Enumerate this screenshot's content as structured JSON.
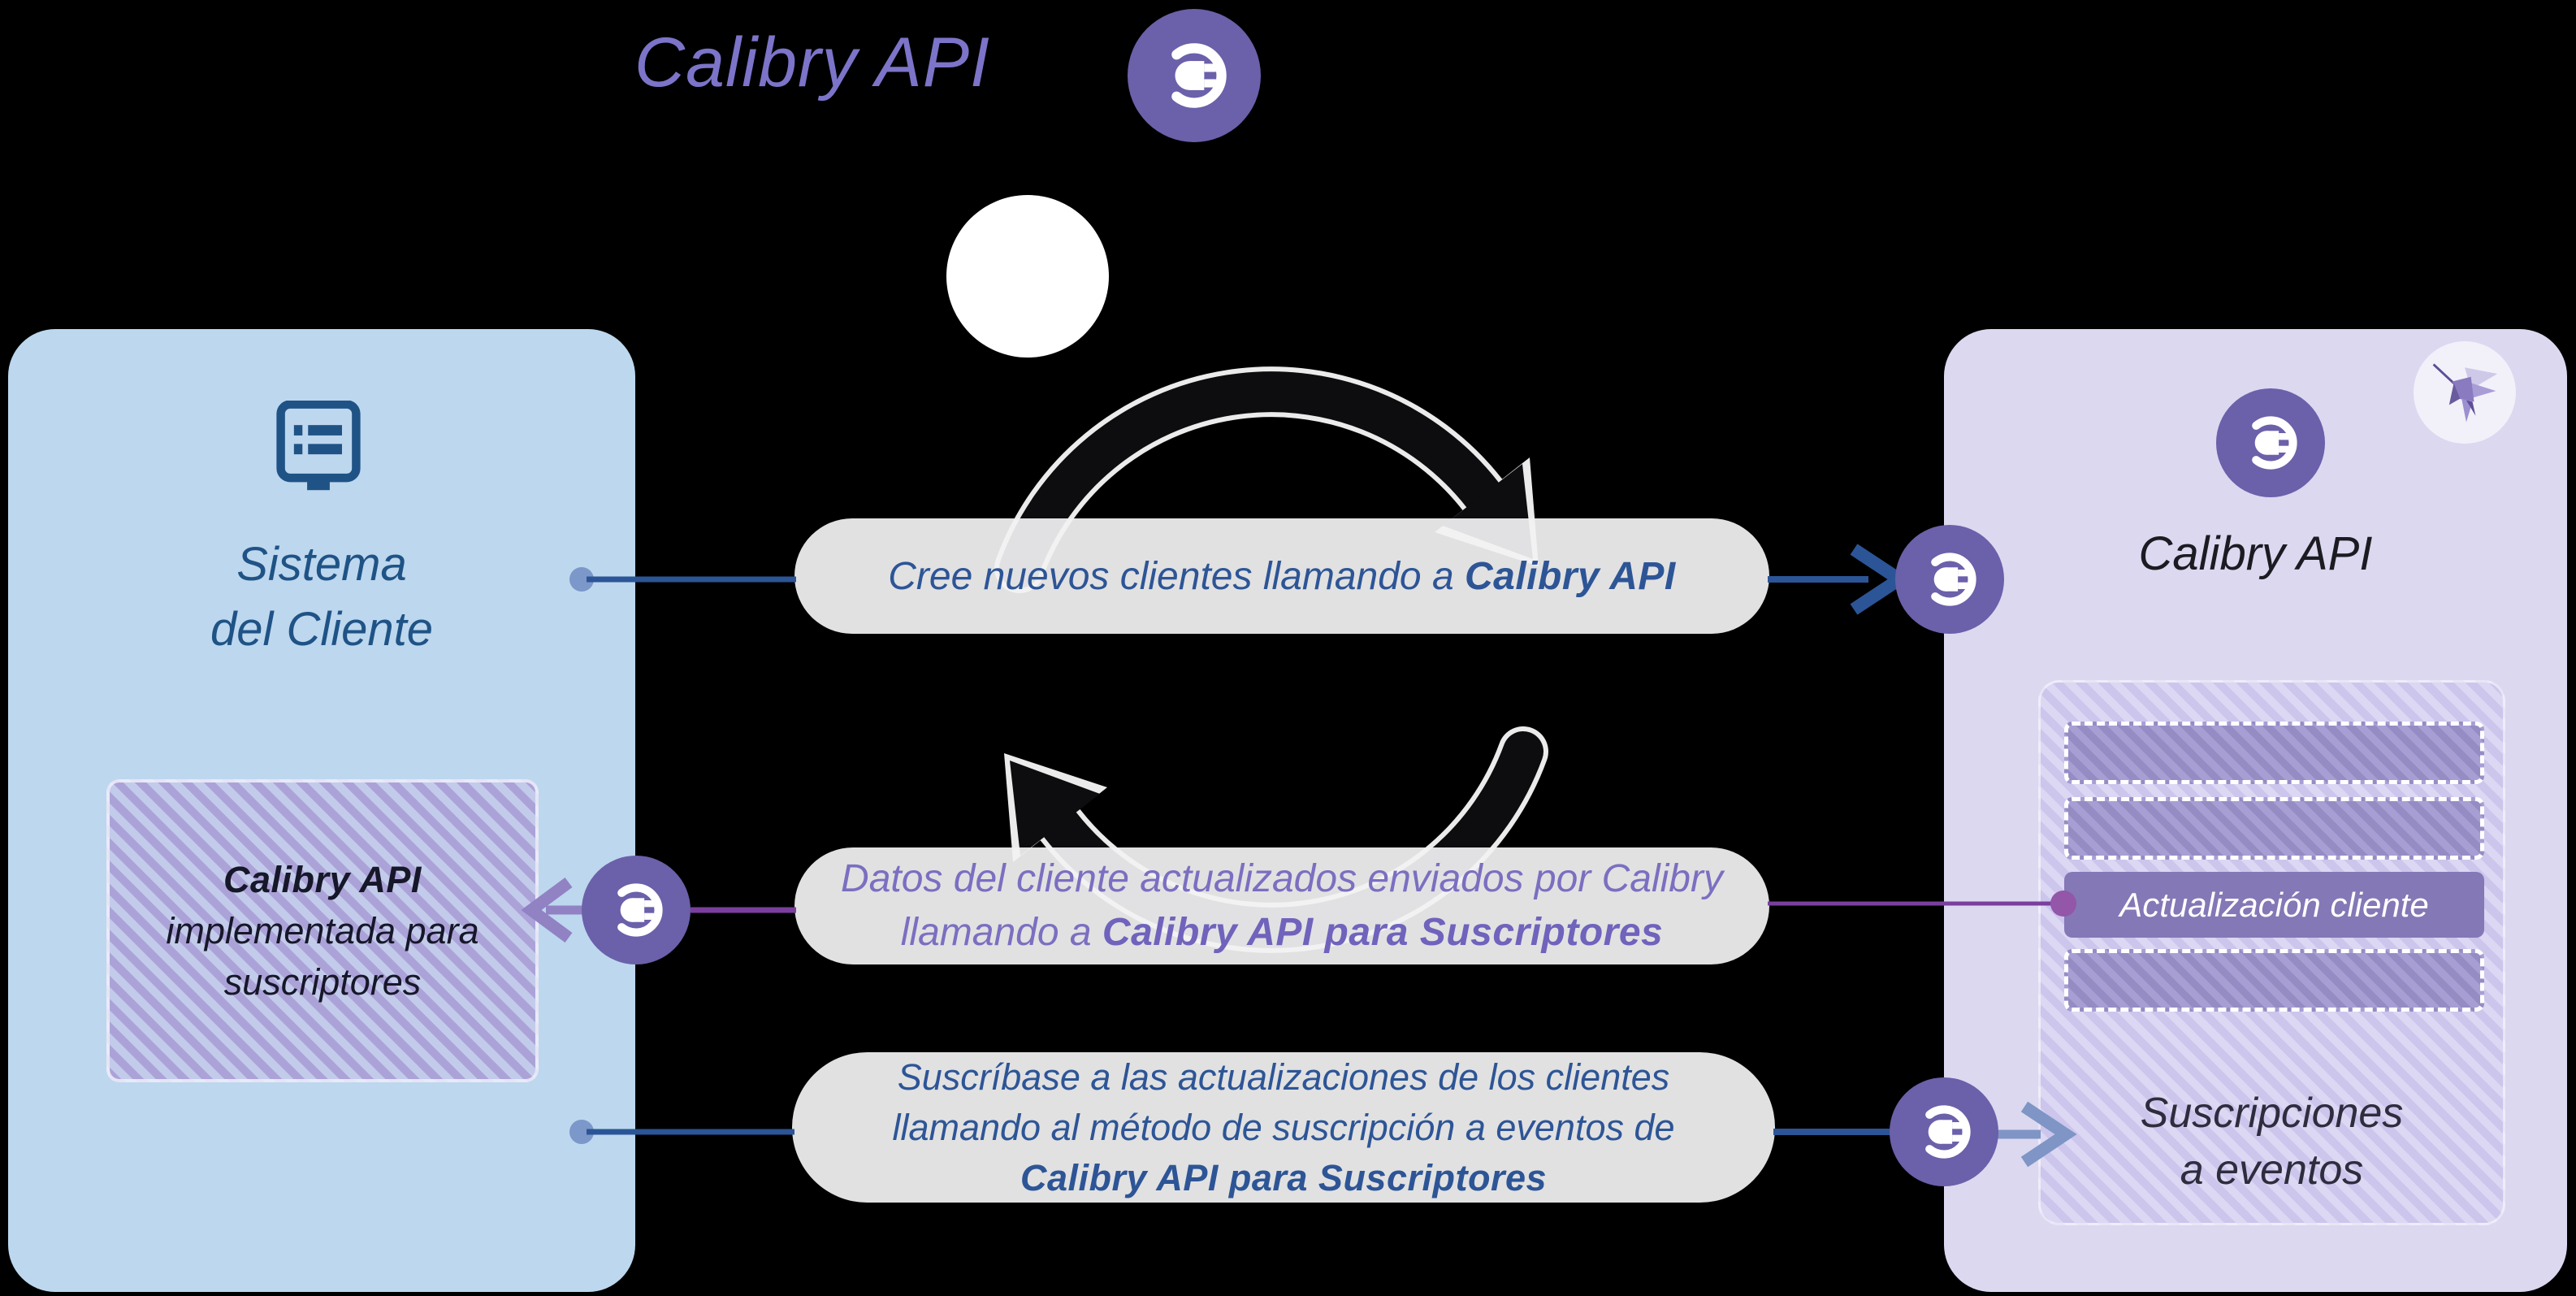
{
  "header": {
    "title": "Calibry API",
    "logo_icon": "plug-icon"
  },
  "left_box": {
    "icon": "monitor-icon",
    "title_lines": [
      "Sistema",
      "del Cliente"
    ],
    "inner_box": {
      "line1": "Calibry API",
      "line2": "implementada para",
      "line3": "suscriptores"
    }
  },
  "right_box": {
    "logo_icon": "plug-icon",
    "brand_icon": "hummingbird-icon",
    "title": "Calibry API",
    "update_row_label": "Actualización cliente",
    "subscriptions_line1": "Suscripciones",
    "subscriptions_line2": "a eventos"
  },
  "pills": [
    {
      "lines": [
        {
          "plain": "Cree nuevos clientes llamando a ",
          "brand": "Calibry API"
        }
      ]
    },
    {
      "lines": [
        {
          "plain": "Datos del cliente actualizados enviados por Calibry"
        },
        {
          "plain": "llamando a ",
          "brand": "Calibry API para Suscriptores"
        }
      ]
    },
    {
      "lines": [
        {
          "plain": "Suscríbase a las actualizaciones de los clientes"
        },
        {
          "plain": "llamando al método de suscripción a eventos de"
        },
        {
          "brand": "Calibry API para Suscriptores"
        }
      ]
    }
  ],
  "icons": [
    "plug-icon",
    "monitor-icon",
    "hummingbird-icon",
    "sync-watermark-icon"
  ],
  "colors": {
    "background": "#000000",
    "title_purple": "#7C74C9",
    "left_box_bg": "#BDD7EE",
    "right_box_bg": "#DCD8F0",
    "dark_blue_text": "#1F5386",
    "pill_blue_text": "#2D5596",
    "pill_purple_text": "#7A6FC0",
    "badge_purple": "#6B60AA",
    "blue_line": "#2B5596",
    "blue_dot": "#7C97C9",
    "light_blue_arrow": "#7E95C5",
    "purple_line": "#7A3F9E",
    "light_purple_arrow": "#9182C4",
    "purple_dot": "#9356A8",
    "update_row_bg": "#8478B6",
    "pill_bg": "#F2F2F3"
  }
}
